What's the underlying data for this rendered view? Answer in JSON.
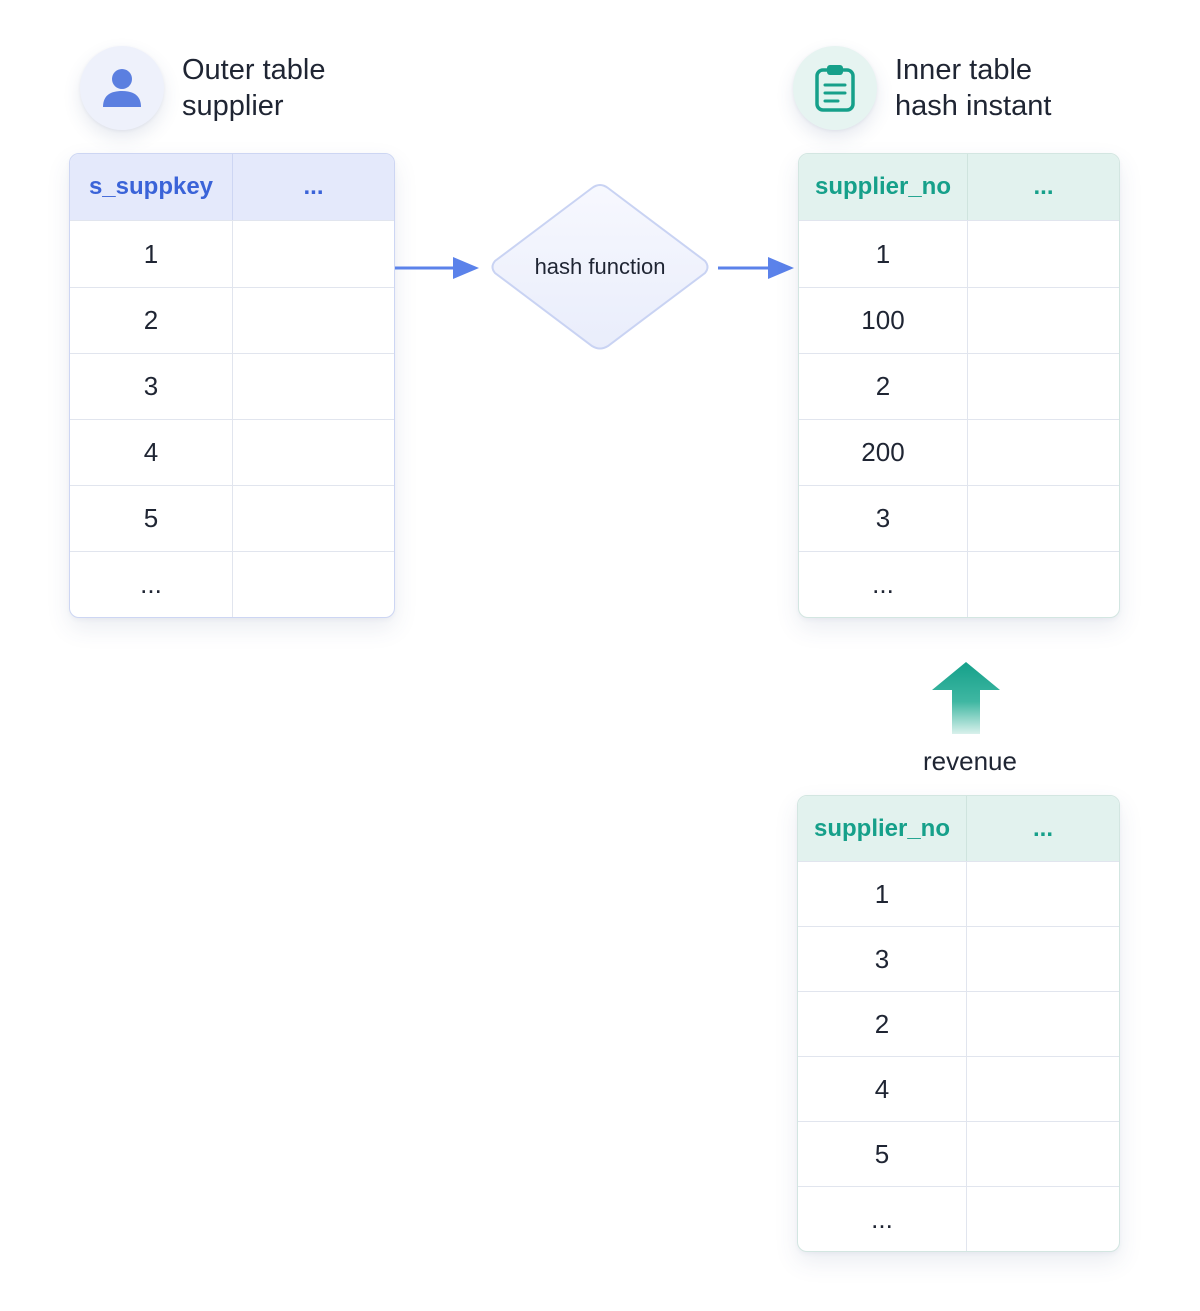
{
  "outer_header": {
    "line1": "Outer table",
    "line2": "supplier",
    "icon": "user-icon",
    "color": "#5b7fe0"
  },
  "inner_header": {
    "line1": "Inner table",
    "line2": "hash instant",
    "icon": "clipboard-icon",
    "color": "#16a08a"
  },
  "hash_node": {
    "label": "hash function"
  },
  "revenue_label": "revenue",
  "outer_table": {
    "columns": [
      "s_suppkey",
      "..."
    ],
    "rows": [
      [
        "1",
        ""
      ],
      [
        "2",
        ""
      ],
      [
        "3",
        ""
      ],
      [
        "4",
        ""
      ],
      [
        "5",
        ""
      ],
      [
        "...",
        ""
      ]
    ]
  },
  "inner_table": {
    "columns": [
      "supplier_no",
      "..."
    ],
    "rows": [
      [
        "1",
        ""
      ],
      [
        "100",
        ""
      ],
      [
        "2",
        ""
      ],
      [
        "200",
        ""
      ],
      [
        "3",
        ""
      ],
      [
        "...",
        ""
      ]
    ]
  },
  "revenue_table": {
    "columns": [
      "supplier_no",
      "..."
    ],
    "rows": [
      [
        "1",
        ""
      ],
      [
        "3",
        ""
      ],
      [
        "2",
        ""
      ],
      [
        "4",
        ""
      ],
      [
        "5",
        ""
      ],
      [
        "...",
        ""
      ]
    ]
  },
  "colors": {
    "blue_accent": "#3a63d8",
    "arrow_blue": "#5b82ea",
    "green_accent": "#16a08a"
  }
}
